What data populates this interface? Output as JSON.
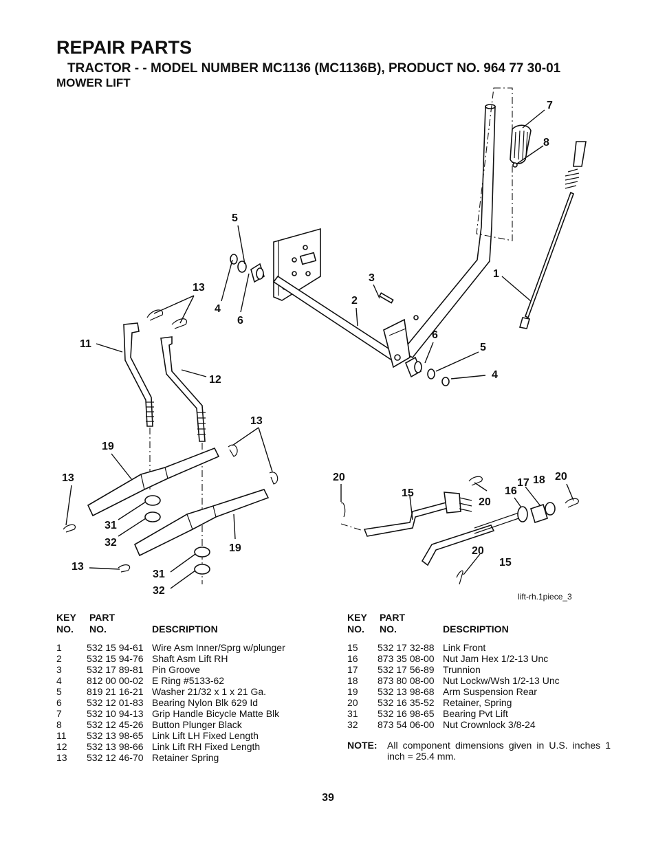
{
  "header": {
    "title": "REPAIR PARTS",
    "subtitle": "TRACTOR - - MODEL NUMBER MC1136 (MC1136B), PRODUCT NO. 964 77 30-01",
    "section": "MOWER LIFT"
  },
  "diagram": {
    "reference": "lift-rh.1piece_3",
    "callouts": [
      "7",
      "8",
      "5",
      "1",
      "3",
      "13",
      "2",
      "4",
      "6",
      "6",
      "5",
      "11",
      "12",
      "4",
      "13",
      "19",
      "13",
      "31",
      "32",
      "19",
      "13",
      "31",
      "32",
      "20",
      "15",
      "20",
      "17",
      "18",
      "20",
      "16",
      "20",
      "15"
    ]
  },
  "table_columns": {
    "key_top": "KEY",
    "key_bottom": "NO.",
    "part_top": "PART",
    "part_bottom": "NO.",
    "description": "DESCRIPTION"
  },
  "parts_left": [
    {
      "key": "1",
      "part": "532 15 94-61",
      "desc": "Wire Asm Inner/Sprg w/plunger"
    },
    {
      "key": "2",
      "part": "532 15 94-76",
      "desc": "Shaft Asm Lift RH"
    },
    {
      "key": "3",
      "part": "532 17 89-81",
      "desc": "Pin Groove"
    },
    {
      "key": "4",
      "part": "812 00 00-02",
      "desc": "E Ring #5133-62"
    },
    {
      "key": "5",
      "part": "819 21 16-21",
      "desc": "Washer 21/32 x 1 x 21 Ga."
    },
    {
      "key": "6",
      "part": "532 12 01-83",
      "desc": "Bearing Nylon Blk 629 Id"
    },
    {
      "key": "7",
      "part": "532 10 94-13",
      "desc": "Grip Handle Bicycle Matte Blk"
    },
    {
      "key": "8",
      "part": "532 12 45-26",
      "desc": "Button Plunger Black"
    },
    {
      "key": "11",
      "part": "532 13 98-65",
      "desc": "Link Lift LH Fixed Length"
    },
    {
      "key": "12",
      "part": "532 13 98-66",
      "desc": "Link Lift RH Fixed Length"
    },
    {
      "key": "13",
      "part": "532 12 46-70",
      "desc": "Retainer Spring"
    }
  ],
  "parts_right": [
    {
      "key": "15",
      "part": "532 17 32-88",
      "desc": "Link Front"
    },
    {
      "key": "16",
      "part": "873 35 08-00",
      "desc": "Nut Jam Hex 1/2-13 Unc"
    },
    {
      "key": "17",
      "part": "532 17 56-89",
      "desc": "Trunnion"
    },
    {
      "key": "18",
      "part": "873 80 08-00",
      "desc": "Nut Lockw/Wsh 1/2-13 Unc"
    },
    {
      "key": "19",
      "part": "532 13 98-68",
      "desc": "Arm Suspension Rear"
    },
    {
      "key": "20",
      "part": "532 16 35-52",
      "desc": "Retainer, Spring"
    },
    {
      "key": "31",
      "part": "532 16 98-65",
      "desc": "Bearing Pvt Lift"
    },
    {
      "key": "32",
      "part": "873 54 06-00",
      "desc": "Nut Crownlock 3/8-24"
    }
  ],
  "note": {
    "label": "NOTE:",
    "text": "All component dimensions given in U.S. inches 1 inch = 25.4 mm."
  },
  "page_number": "39"
}
